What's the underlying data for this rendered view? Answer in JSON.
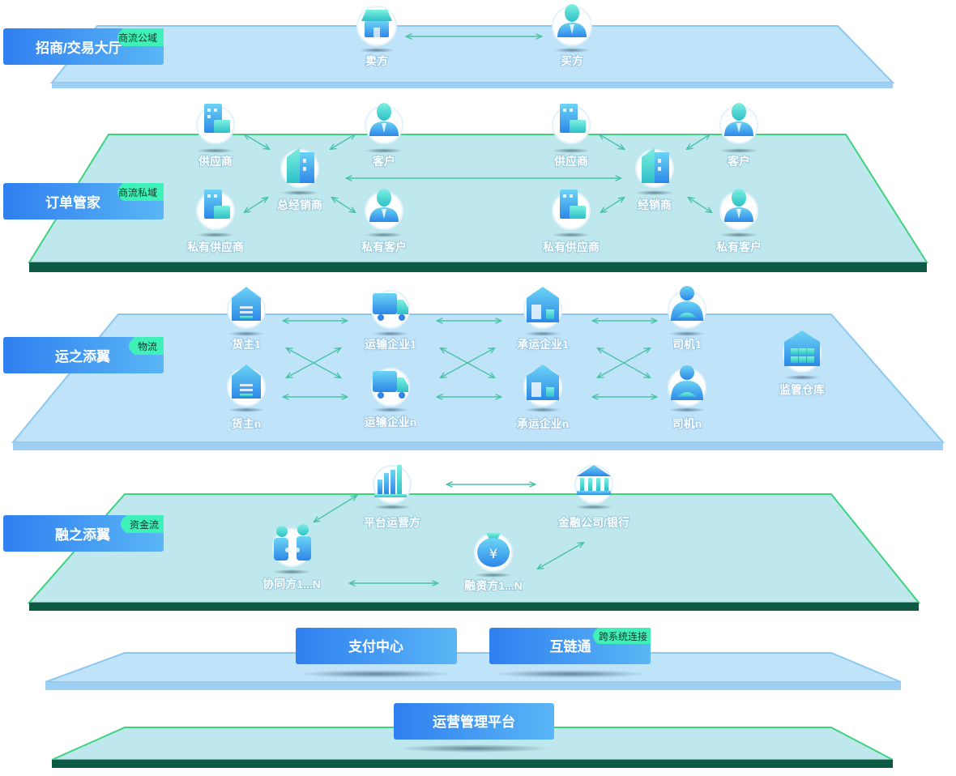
{
  "layers": [
    {
      "id": "trade",
      "title": "招商/交易大厅",
      "tag": "商流公域"
    },
    {
      "id": "order",
      "title": "订单管家",
      "tag": "商流私域"
    },
    {
      "id": "logistics",
      "title": "运之添翼",
      "tag": "物流"
    },
    {
      "id": "finance",
      "title": "融之添翼",
      "tag": "资金流"
    }
  ],
  "nodes": {
    "trade": {
      "seller": "卖方",
      "buyer": "买方"
    },
    "order": {
      "supplier_1": "供应商",
      "customer_1": "客户",
      "general_dealer": "总经销商",
      "private_supplier_1": "私有供应商",
      "private_customer_1": "私有客户",
      "supplier_2": "供应商",
      "customer_2": "客户",
      "dealer": "经销商",
      "private_supplier_2": "私有供应商",
      "private_customer_2": "私有客户"
    },
    "logistics": {
      "shipper_1": "货主1",
      "transport_1": "运输企业1",
      "carrier_1": "承运企业1",
      "driver_1": "司机1",
      "shipper_n": "货主n",
      "transport_n": "运输企业n",
      "carrier_n": "承运企业n",
      "driver_n": "司机n",
      "bonded_warehouse": "监管仓库"
    },
    "finance": {
      "platform_operator": "平台运营方",
      "bank": "金融公司/银行",
      "partner": "协同方1...N",
      "financier": "融资方1...N"
    }
  },
  "payment": {
    "pay_center": "支付中心",
    "chain": "互链通",
    "chain_tag": "跨系统连接"
  },
  "platform": {
    "ops": "运营管理平台"
  },
  "colors": {
    "blue_plate": "#bfe3f9",
    "green_plate": "#bfe8ee",
    "button": "#3d8ef0",
    "tag": "#3ff0b8"
  }
}
